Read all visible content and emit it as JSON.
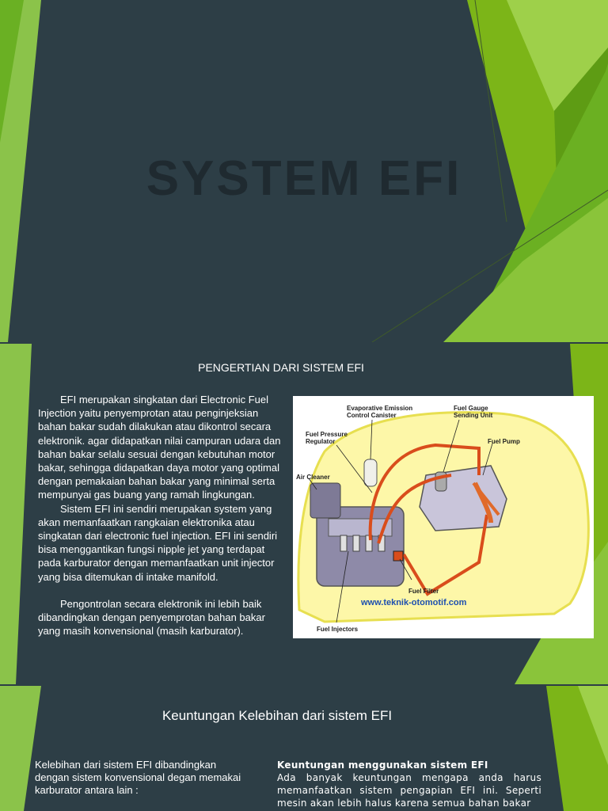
{
  "slide1": {
    "title": "SYSTEM EFI"
  },
  "slide2": {
    "title": "PENGERTIAN DARI SISTEM EFI",
    "paragraphs": [
      "EFI merupakan singkatan dari Electronic Fuel Injection yaitu penyemprotan atau penginjeksian bahan bakar sudah dilakukan atau dikontrol secara elektronik. agar didapatkan nilai campuran udara dan bahan bakar selalu sesuai dengan kebutuhan motor bakar, sehingga didapatkan daya motor yang optimal dengan pemakaian bahan bakar yang minimal serta mempunyai gas buang yang ramah lingkungan.",
      "Sistem EFI ini sendiri merupakan system yang akan memanfaatkan rangkaian elektronika atau singkatan dari electronic fuel injection. EFI ini sendiri bisa menggantikan fungsi nipple jet yang terdapat pada karburator dengan memanfaatkan unit injector yang bisa ditemukan di intake manifold.",
      "Pengontrolan secara elektronik ini lebih baik dibandingkan dengan penyemprotan bahan bakar yang masih konvensional (masih karburator)."
    ],
    "figure": {
      "labels": {
        "evap": "Evaporative Emission\nControl Canister",
        "gauge": "Fuel Gauge\nSending Unit",
        "regulator": "Fuel Pressure\nRegulator",
        "pump": "Fuel Pump",
        "cleaner": "Air Cleaner",
        "filter": "Fuel Filter",
        "injectors": "Fuel Injectors"
      },
      "url": "www.teknik-otomotif.com"
    }
  },
  "slide3": {
    "title": "Keuntungan Kelebihan dari sistem EFI",
    "left_text": "Kelebihan dari sistem EFI dibandingkan dengan sistem konvensional degan memakai karburator antara lain :",
    "right_heading": "Keuntungan menggunakan sistem EFI",
    "right_text": "Ada banyak keuntungan mengapa anda harus memanfaatkan sistem pengapian EFI ini. Seperti mesin akan lebih halus karena semua bahan bakar"
  }
}
